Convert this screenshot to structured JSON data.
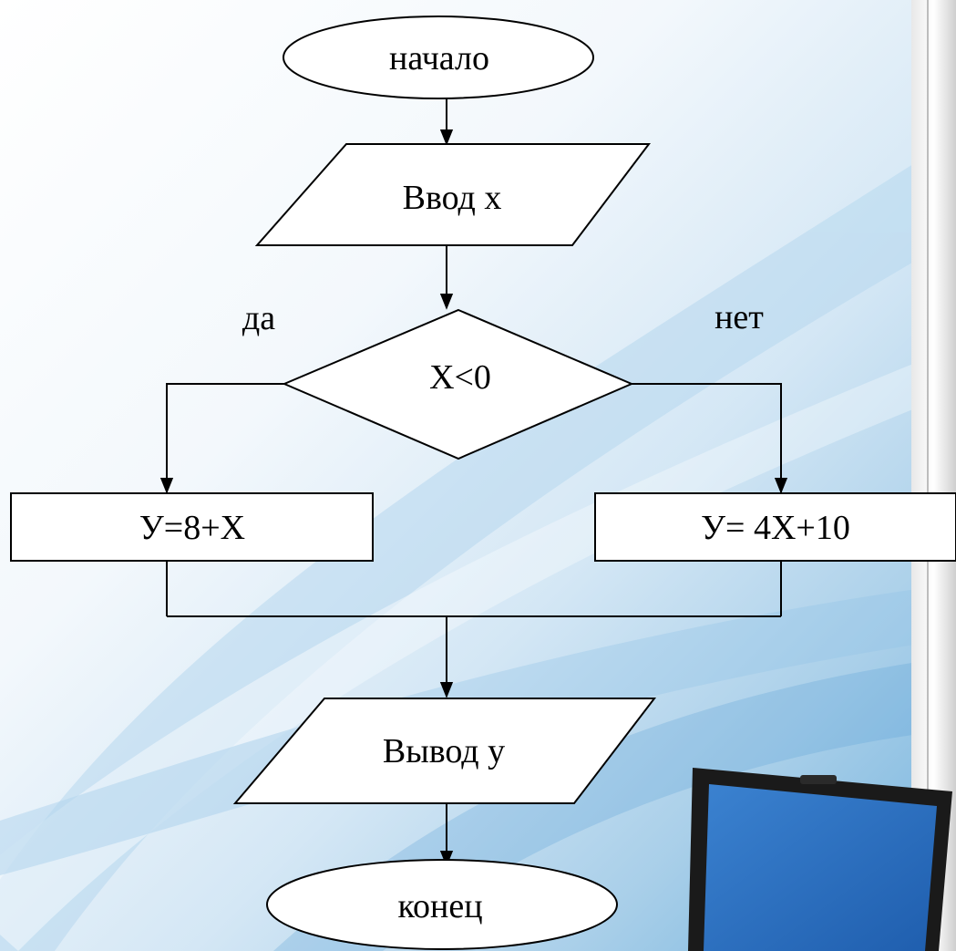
{
  "flowchart": {
    "start_label": "начало",
    "input_label": "Ввод x",
    "condition_label": "X<0",
    "yes_label": "да",
    "no_label": "нет",
    "yes_action_label": "У=8+X",
    "no_action_label": "У= 4X+10",
    "output_label": "Вывод у",
    "end_label": "конец"
  },
  "colors": {
    "shape_fill": "#ffffff",
    "stroke": "#000000",
    "background_light": "#ffffff",
    "background_blue": "#4a9ad1",
    "laptop_screen": "#2b6fc0",
    "laptop_frame": "#1a1a1a"
  }
}
